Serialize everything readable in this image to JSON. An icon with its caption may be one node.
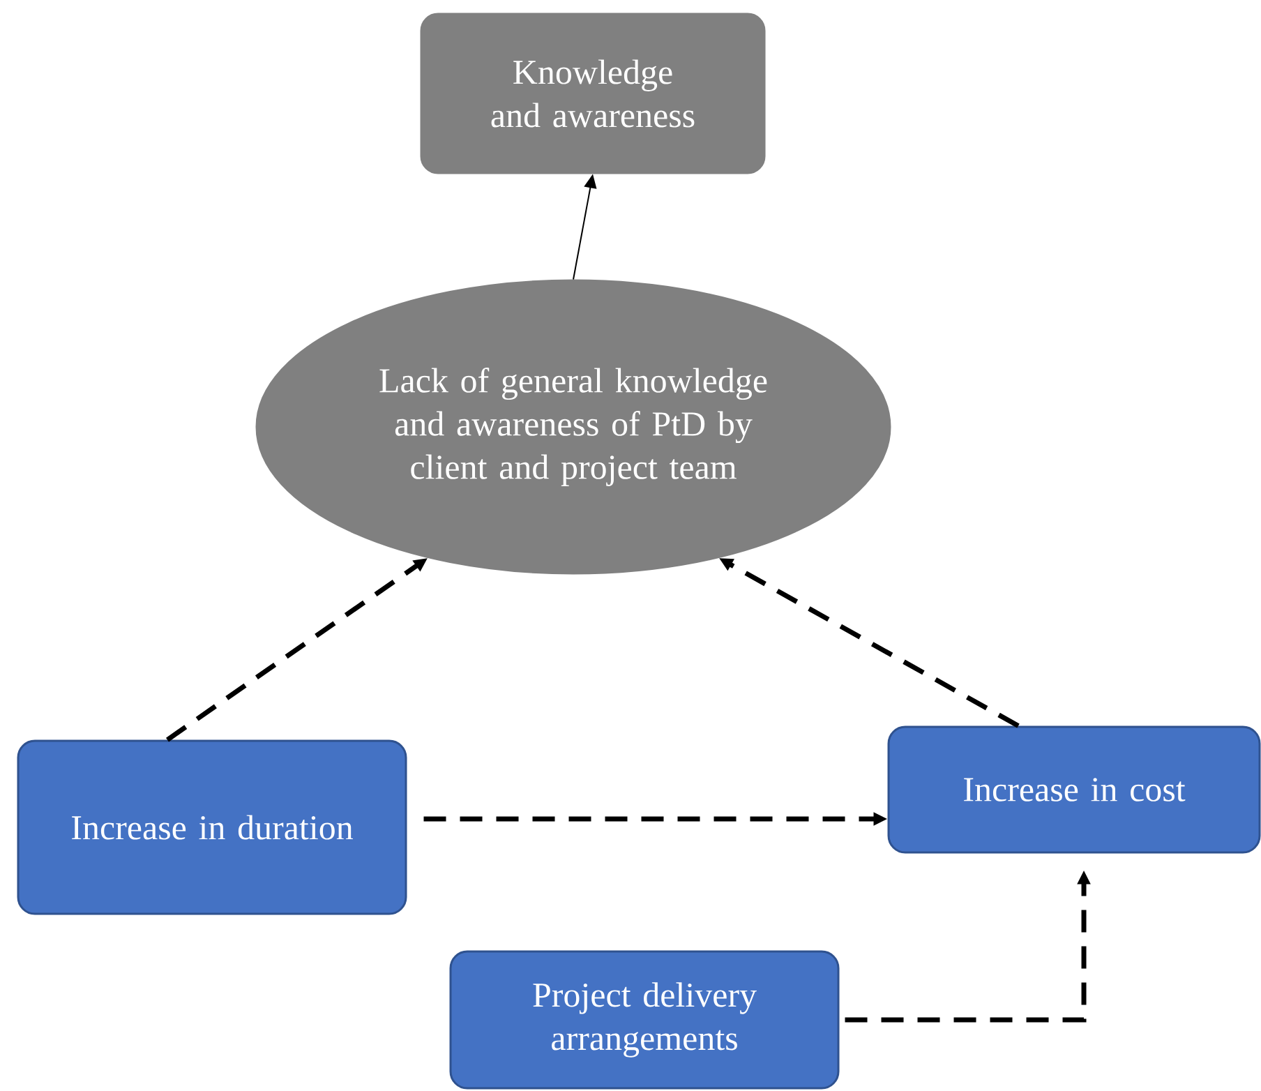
{
  "diagram": {
    "nodes": [
      {
        "text": [
          "Knowledge and awareness"
        ]
      },
      {
        "text": [
          "Lack of general knowledge and awareness of PtD by client and project team"
        ]
      },
      {
        "text": [
          "Increase in duration"
        ]
      },
      {
        "text": [
          "Increase in cost"
        ]
      },
      {
        "text": [
          "Project delivery arrangements"
        ]
      }
    ],
    "edges": [
      {
        "from": 1,
        "to": 0,
        "arrow": "to"
      },
      {
        "from": 2,
        "to": 1,
        "arrow": "to",
        "style": "dashed"
      },
      {
        "from": 3,
        "to": 1,
        "arrow": "to",
        "style": "dashed"
      },
      {
        "from": 2,
        "to": 3,
        "arrow": "to",
        "style": "dashed"
      },
      {
        "from": 4,
        "to": 3,
        "arrow": "to",
        "style": "dashed"
      }
    ]
  }
}
